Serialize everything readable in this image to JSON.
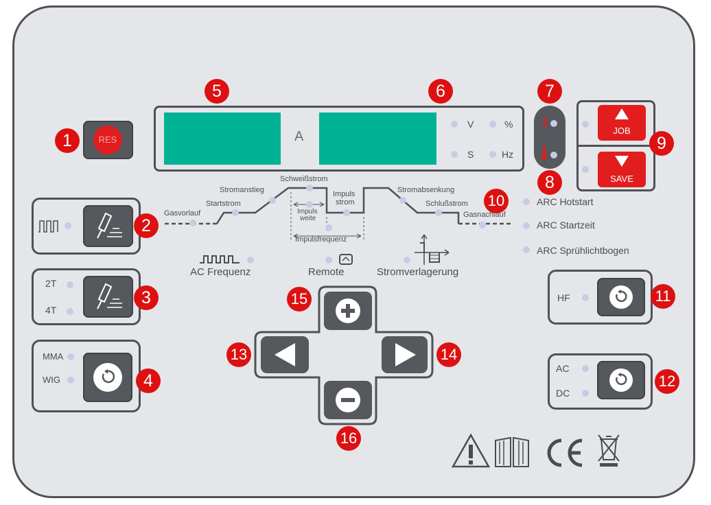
{
  "res_label": "RES",
  "display": {
    "unit_a": "A",
    "unit_v": "V",
    "unit_percent": "%",
    "unit_s": "S",
    "unit_hz": "Hz"
  },
  "job_label": "JOB",
  "save_label": "SAVE",
  "waveform": {
    "gasvorlauf": "Gasvorlauf",
    "startstrom": "Startstrom",
    "stromanstieg": "Stromanstieg",
    "schweissstrom": "Schweißstrom",
    "impulsstrom_1": "Impuls",
    "impulsstrom_2": "strom",
    "impulsweite_1": "Impuls",
    "impulsweite_2": "weite",
    "impulsfrequenz": "Impulsfrequenz",
    "stromabsenkung": "Stromabsenkung",
    "schlussstrom": "Schlußstrom",
    "gasnachlauf": "Gasnachlauf"
  },
  "arc": {
    "hotstart": "ARC Hotstart",
    "startzeit": "ARC Startzeit",
    "spruehlicht": "ARC Sprühlichtbogen"
  },
  "modes": {
    "ac_frequenz": "AC Frequenz",
    "remote": "Remote",
    "stromverlagerung": "Stromverlagerung"
  },
  "mode_2t": "2T",
  "mode_4t": "4T",
  "mode_mma": "MMA",
  "mode_wig": "WIG",
  "hf_label": "HF",
  "ac_label": "AC",
  "dc_label": "DC",
  "callouts": [
    "1",
    "2",
    "3",
    "4",
    "5",
    "6",
    "7",
    "8",
    "9",
    "10",
    "11",
    "12",
    "13",
    "14",
    "15",
    "16"
  ],
  "colors": {
    "panel": "#e5e6ea",
    "led": "#c8cbe2",
    "lcd": "#00b294",
    "red": "#e21d1d",
    "button": "#55585d"
  }
}
